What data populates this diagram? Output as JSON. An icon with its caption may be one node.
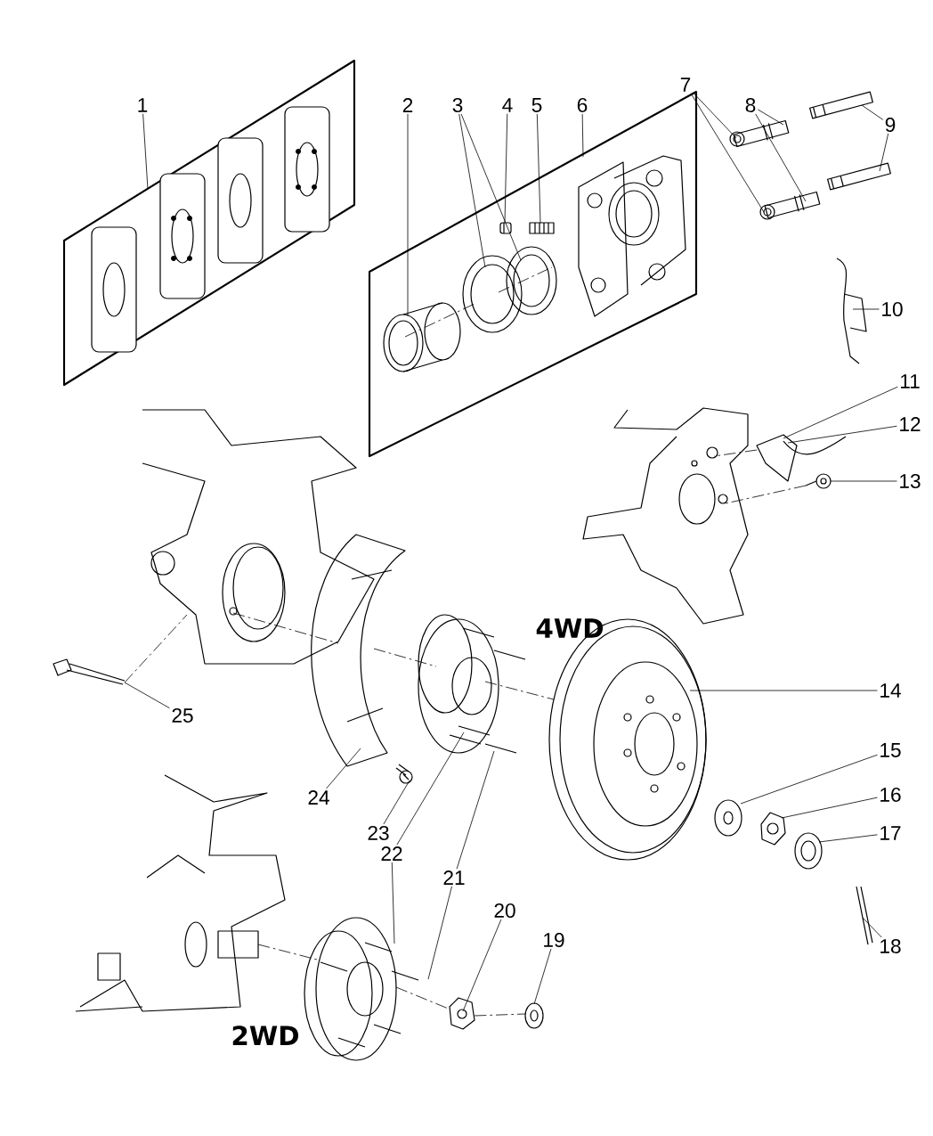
{
  "diagram": {
    "nodes": [
      {
        "text": [
          "1"
        ]
      },
      {
        "text": [
          "2"
        ]
      },
      {
        "text": [
          "3"
        ]
      },
      {
        "text": [
          "4"
        ]
      },
      {
        "text": [
          "5"
        ]
      },
      {
        "text": [
          "6"
        ]
      },
      {
        "text": [
          "7"
        ]
      },
      {
        "text": [
          "8"
        ]
      },
      {
        "text": [
          "9"
        ]
      },
      {
        "text": [
          "10"
        ]
      },
      {
        "text": [
          "11"
        ]
      },
      {
        "text": [
          "12"
        ]
      },
      {
        "text": [
          "13"
        ]
      },
      {
        "text": [
          "14"
        ]
      },
      {
        "text": [
          "15"
        ]
      },
      {
        "text": [
          "16"
        ]
      },
      {
        "text": [
          "17"
        ]
      },
      {
        "text": [
          "18"
        ]
      },
      {
        "text": [
          "19"
        ]
      },
      {
        "text": [
          "20"
        ]
      },
      {
        "text": [
          "21"
        ]
      },
      {
        "text": [
          "22"
        ]
      },
      {
        "text": [
          "23"
        ]
      },
      {
        "text": [
          "24"
        ]
      },
      {
        "text": [
          "25"
        ]
      },
      {
        "text": [],
        "shape": "picture"
      },
      {
        "text": [],
        "shape": "picture"
      },
      {
        "text": [],
        "shape": "picture",
        "in": 26
      },
      {
        "text": [],
        "shape": "picture",
        "in": 26
      },
      {
        "text": [],
        "shape": "picture",
        "in": 26
      },
      {
        "text": [],
        "shape": "picture",
        "in": 26
      },
      {
        "text": [],
        "shape": "picture",
        "in": 26
      },
      {
        "text": [],
        "shape": "picture"
      },
      {
        "text": [],
        "shape": "picture"
      },
      {
        "text": [],
        "shape": "picture"
      },
      {
        "text": [],
        "shape": "picture"
      },
      {
        "text": [],
        "shape": "picture"
      },
      {
        "text": [],
        "shape": "picture"
      },
      {
        "text": [],
        "shape": "picture"
      },
      {
        "text": [],
        "shape": "picture"
      },
      {
        "text": [],
        "shape": "picture"
      },
      {
        "text": [],
        "shape": "picture"
      },
      {
        "text": [],
        "shape": "picture"
      },
      {
        "text": [],
        "shape": "picture"
      },
      {
        "text": [],
        "shape": "picture"
      },
      {
        "text": [],
        "shape": "picture"
      },
      {
        "text": [],
        "shape": "picture"
      },
      {
        "text": [],
        "shape": "picture"
      },
      {
        "text": [],
        "shape": "picture"
      },
      {
        "text": [],
        "shape": "picture"
      },
      {
        "text": [],
        "shape": "picture"
      },
      {
        "text": [],
        "shape": "picture"
      },
      {
        "text": [],
        "shape": "picture"
      },
      {
        "text": [],
        "shape": "picture"
      }
    ],
    "edges": [
      {
        "from": 0,
        "to": 25,
        "arrow": "none"
      },
      {
        "from": 1,
        "to": 27,
        "arrow": "none"
      },
      {
        "from": 2,
        "to": 28,
        "arrow": "none"
      },
      {
        "from": 2,
        "to": 29,
        "arrow": "none"
      },
      {
        "from": 3,
        "to": 30,
        "arrow": "none"
      },
      {
        "from": 4,
        "to": 31,
        "arrow": "none"
      },
      {
        "from": 5,
        "to": 26,
        "arrow": "none"
      },
      {
        "from": 6,
        "to": 32,
        "arrow": "none"
      },
      {
        "from": 6,
        "to": 33,
        "arrow": "none"
      },
      {
        "from": 7,
        "to": 32,
        "arrow": "none"
      },
      {
        "from": 7,
        "to": 33,
        "arrow": "none"
      },
      {
        "from": 8,
        "to": 34,
        "arrow": "none"
      },
      {
        "from": 8,
        "to": 35,
        "arrow": "none"
      },
      {
        "from": 9,
        "to": 36,
        "arrow": "none"
      },
      {
        "from": 10,
        "to": 37,
        "arrow": "none"
      },
      {
        "from": 11,
        "to": 37,
        "arrow": "none"
      },
      {
        "from": 12,
        "to": 38,
        "arrow": "none"
      },
      {
        "from": 13,
        "to": 39,
        "arrow": "none"
      },
      {
        "from": 14,
        "to": 40,
        "arrow": "none"
      },
      {
        "from": 15,
        "to": 41,
        "arrow": "none"
      },
      {
        "from": 16,
        "to": 42,
        "arrow": "none"
      },
      {
        "from": 17,
        "to": 43,
        "arrow": "none"
      },
      {
        "from": 18,
        "to": 50,
        "arrow": "none"
      },
      {
        "from": 19,
        "to": 49,
        "arrow": "none"
      },
      {
        "from": 20,
        "to": 44,
        "arrow": "none"
      },
      {
        "from": 20,
        "to": 48,
        "arrow": "none"
      },
      {
        "from": 21,
        "to": 44,
        "arrow": "none"
      },
      {
        "from": 21,
        "to": 48,
        "arrow": "none"
      },
      {
        "from": 22,
        "to": 45,
        "arrow": "none"
      },
      {
        "from": 23,
        "to": 46,
        "arrow": "none"
      },
      {
        "from": 24,
        "to": 47,
        "arrow": "none"
      },
      {
        "from": 27,
        "to": 28,
        "arrow": "none",
        "style": "dashed"
      },
      {
        "from": 28,
        "to": 29,
        "arrow": "none",
        "style": "dashed"
      },
      {
        "from": 47,
        "to": 52,
        "arrow": "none",
        "style": "dashed"
      },
      {
        "from": 52,
        "to": 46,
        "arrow": "none",
        "style": "dashed"
      },
      {
        "from": 46,
        "to": 44,
        "arrow": "none",
        "style": "dashed"
      },
      {
        "from": 44,
        "to": 39,
        "arrow": "none",
        "style": "dashed"
      },
      {
        "from": 37,
        "to": 51,
        "arrow": "none",
        "style": "dashed"
      },
      {
        "from": 38,
        "to": 51,
        "arrow": "none",
        "style": "dashed"
      },
      {
        "from": 53,
        "to": 48,
        "arrow": "none",
        "style": "dashed"
      },
      {
        "from": 48,
        "to": 49,
        "arrow": "none",
        "style": "dashed"
      },
      {
        "from": 49,
        "to": 50,
        "arrow": "none",
        "style": "dashed"
      }
    ],
    "labels": [
      "4WD",
      "2WD"
    ]
  }
}
